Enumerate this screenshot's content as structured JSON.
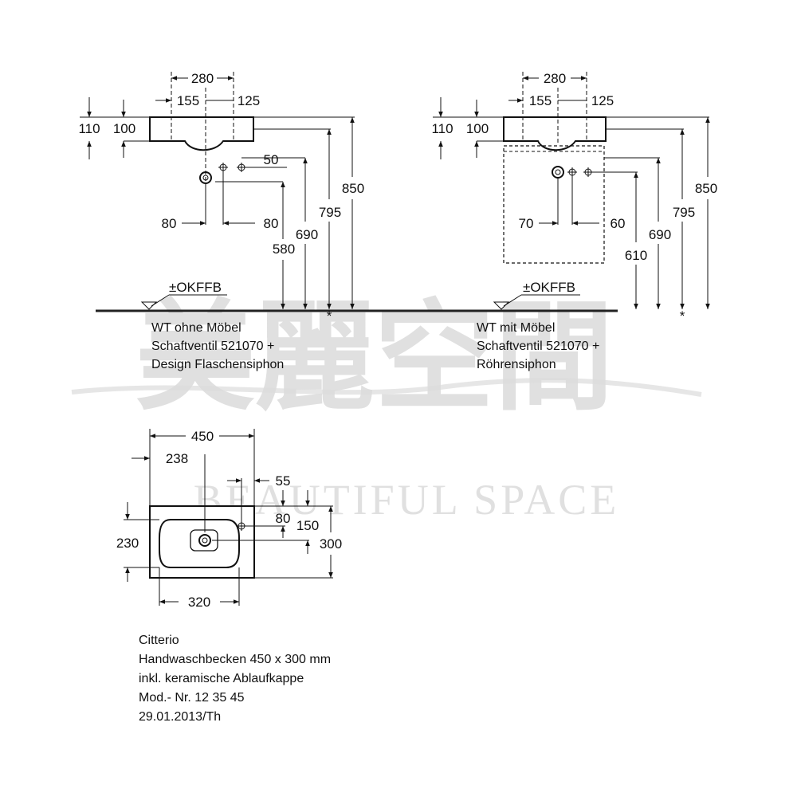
{
  "watermark": {
    "chinese": "美麗空間",
    "english": "BEAUTIFUL SPACE"
  },
  "side_view_left": {
    "dims": {
      "width_total": "280",
      "left_part": "155",
      "right_part": "125",
      "height_outer": "110",
      "height_inner": "100",
      "tap_offset": "50",
      "drain_left": "80",
      "drain_right": "80",
      "h_850": "850",
      "h_795": "795",
      "h_690": "690",
      "h_580": "580"
    },
    "floor_label": "±OKFFB",
    "caption": [
      "WT ohne Möbel",
      "Schaftventil 521070 +",
      "Design Flaschensiphon"
    ]
  },
  "side_view_right": {
    "dims": {
      "width_total": "280",
      "left_part": "155",
      "right_part": "125",
      "height_outer": "110",
      "height_inner": "100",
      "drain_left": "70",
      "drain_right": "60",
      "h_850": "850",
      "h_795": "795",
      "h_690": "690",
      "h_610": "610"
    },
    "floor_label": "±OKFFB",
    "caption": [
      "WT mit Möbel",
      "Schaftventil 521070 +",
      "Röhrensiphon"
    ]
  },
  "top_view": {
    "dims": {
      "width": "450",
      "drain_x": "238",
      "tap_right": "55",
      "tap_y": "80",
      "drain_y": "150",
      "depth": "300",
      "bowl_depth": "230",
      "bowl_width": "320"
    }
  },
  "info": [
    "Citterio",
    "Handwaschbecken 450 x 300 mm",
    "inkl. keramische Ablaufkappe",
    "Mod.- Nr. 12 35 45",
    "29.01.2013/Th"
  ]
}
